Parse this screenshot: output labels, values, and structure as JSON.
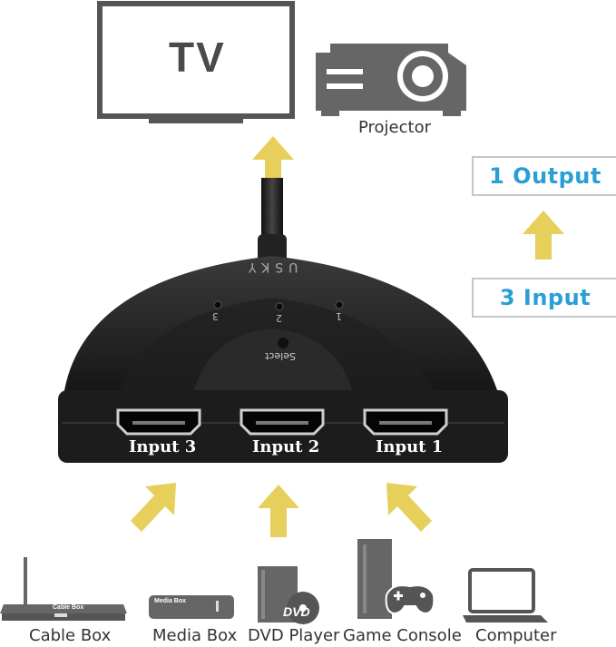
{
  "output_devices": {
    "tv_label": "TV",
    "projector_label": "Projector"
  },
  "spec": {
    "output": "1  Output",
    "input": "3  Input"
  },
  "switch": {
    "brand": "USKY",
    "select_label": "Select",
    "leds": [
      "3",
      "2",
      "1"
    ],
    "ports": [
      "Input 3",
      "Input 2",
      "Input 1"
    ]
  },
  "input_devices": [
    {
      "label": "Cable Box",
      "screen_text": "Cable Box"
    },
    {
      "label": "Media Box",
      "screen_text": "Media Box"
    },
    {
      "label": "DVD Player",
      "screen_text": "DVD"
    },
    {
      "label": "Game Console"
    },
    {
      "label": "Computer"
    }
  ],
  "colors": {
    "arrow": "#e6cf5a",
    "spec_text": "#2a9fd6",
    "device_gray": "#555555"
  }
}
